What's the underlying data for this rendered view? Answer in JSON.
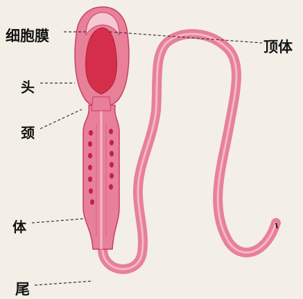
{
  "labels": {
    "cell_membrane": "细胞膜",
    "acrosome": "顶体",
    "head": "头",
    "neck": "颈",
    "body": "体",
    "tail": "尾"
  },
  "colors": {
    "background": "#f3efe6",
    "cell_fill": "#e8809a",
    "cell_outline": "#c83c62",
    "nucleus": "#d42e4a",
    "mitochondria": "#c3204a",
    "tail_core": "#f4b8c8",
    "label_text": "#141414",
    "leader_line": "#333333"
  }
}
